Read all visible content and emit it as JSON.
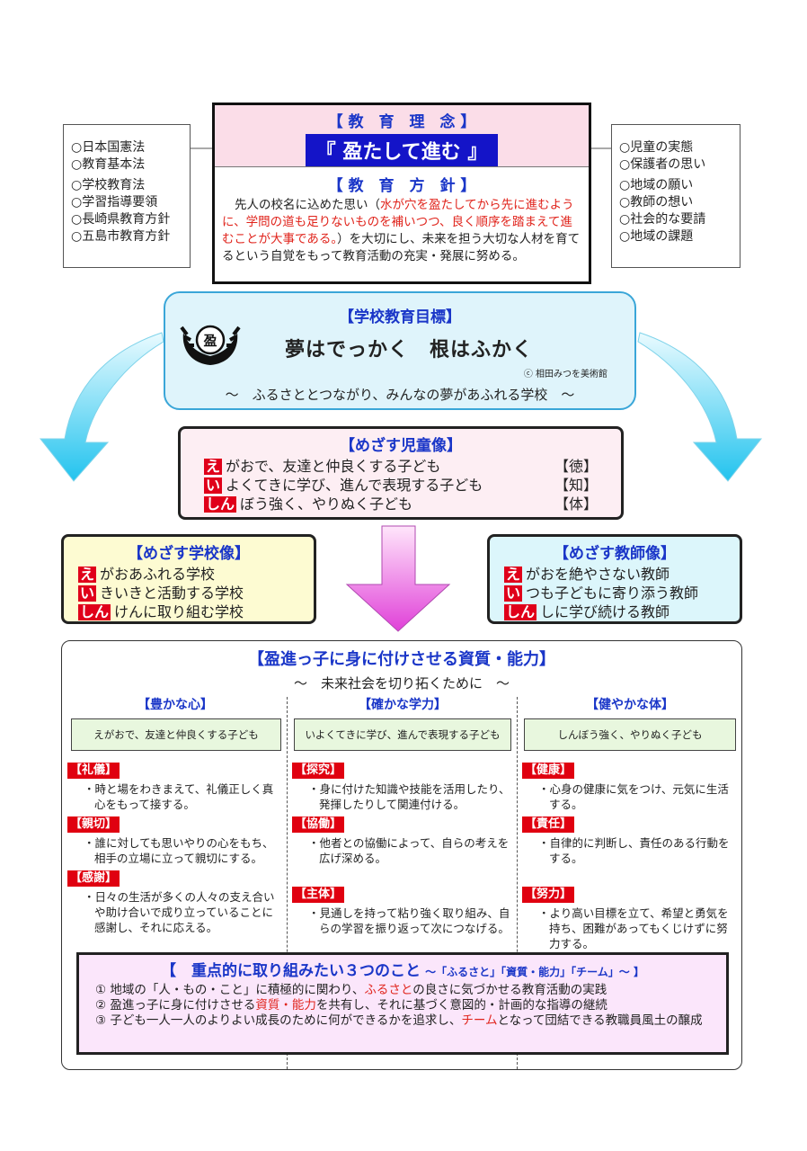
{
  "left_box": {
    "items": [
      "○日本国憲法",
      "○教育基本法",
      "○学校教育法",
      "○学習指導要領",
      "○長崎県教育方針",
      "○五島市教育方針"
    ]
  },
  "right_box": {
    "items": [
      "○児童の実態",
      "○保護者の思い",
      "○地域の願い",
      "○教師の想い",
      "○社会的な要請",
      "○地域の課題"
    ]
  },
  "philosophy": {
    "heading": "【 教　育　理　念 】",
    "motto": "『 盈たして進む 』",
    "policy_heading": "【 教　育　方　針 】",
    "policy_lead": "先人の校名に込めた思い（",
    "policy_red": "水が穴を盈たしてから先に進むように、学問の道も足りないものを補いつつ、良く順序を踏まえて進むことが大事である。",
    "policy_tail": "）を大切にし、未来を担う大切な人材を育てるという自覚をもって教育活動の充実・発展に努める。"
  },
  "school_goal": {
    "heading": "【学校教育目標】",
    "emblem_char": "盈",
    "slogan": "夢はでっかく　根はふかく",
    "credit": "ⓒ 相田みつを美術館",
    "subtitle": "～　ふるさととつながり、みんなの夢があふれる学校　～"
  },
  "child_image": {
    "heading": "【めざす児童像】",
    "items": [
      {
        "tag": "え",
        "text": "がおで、友達と仲良くする子ども",
        "kind": "【徳】"
      },
      {
        "tag": "い",
        "text": "よくてきに学び、進んで表現する子ども",
        "kind": "【知】"
      },
      {
        "tag": "しん",
        "text": "ぼう強く、やりぬく子ども",
        "kind": "【体】"
      }
    ]
  },
  "school_image": {
    "heading": "【めざす学校像】",
    "items": [
      {
        "tag": "え",
        "text": "がおあふれる学校"
      },
      {
        "tag": "い",
        "text": "きいきと活動する学校"
      },
      {
        "tag": "しん",
        "text": "けんに取り組む学校"
      }
    ]
  },
  "teacher_image": {
    "heading": "【めざす教師像】",
    "items": [
      {
        "tag": "え",
        "text": "がおを絶やさない教師"
      },
      {
        "tag": "い",
        "text": "つも子どもに寄り添う教師"
      },
      {
        "tag": "しん",
        "text": "しに学び続ける教師"
      }
    ]
  },
  "competencies": {
    "heading": "【盈進っ子に身に付けさせる資質・能力】",
    "subtitle": "～　未来社会を切り拓くために　～",
    "columns": [
      {
        "title": "【豊かな心】",
        "summary": "えがおで、友達と仲良くする子ども",
        "items": [
          {
            "label": "【礼儀】",
            "text": "・時と場をわきまえて、礼儀正しく真心をもって接する。"
          },
          {
            "label": "【親切】",
            "text": "・誰に対しても思いやりの心をもち、相手の立場に立って親切にする。"
          },
          {
            "label": "【感謝】",
            "text": "・日々の生活が多くの人々の支え合いや助け合いで成り立っていることに感謝し、それに応える。"
          }
        ]
      },
      {
        "title": "【確かな学力】",
        "summary": "いよくてきに学び、進んで表現する子ども",
        "items": [
          {
            "label": "【探究】",
            "text": "・身に付けた知識や技能を活用したり、発揮したりして関連付ける。"
          },
          {
            "label": "【協働】",
            "text": "・他者との協働によって、自らの考えを広げ深める。"
          },
          {
            "label": "【主体】",
            "text": "・見通しを持って粘り強く取り組み、自らの学習を振り返って次につなげる。"
          }
        ]
      },
      {
        "title": "【健やかな体】",
        "summary": "しんぼう強く、やりぬく子ども",
        "items": [
          {
            "label": "【健康】",
            "text": "・心身の健康に気をつけ、元気に生活する。"
          },
          {
            "label": "【責任】",
            "text": "・自律的に判断し、責任のある行動をする。"
          },
          {
            "label": "【努力】",
            "text": "・より高い目標を立て、希望と勇気を持ち、困難があってもくじけずに努力する。"
          }
        ]
      }
    ]
  },
  "priorities": {
    "heading": "【　重点的に取り組みたい３つのこと",
    "heading_sub": "～「ふるさと」「資質・能力」「チーム」～ 】",
    "items": [
      {
        "num": "①",
        "before": "地域の「人・もの・こと」に積極的に関わり、",
        "red": "ふるさと",
        "after": "の良さに気づかせる教育活動の実践"
      },
      {
        "num": "②",
        "before": "盈進っ子に身に付けさせる",
        "red": "資質・能力",
        "after": "を共有し、それに基づく意図的・計画的な指導の継続"
      },
      {
        "num": "③",
        "before": "子ども一人一人のよりよい成長のために何ができるかを追求し、",
        "red": "チーム",
        "after": "となって団結できる教職員風土の醸成"
      }
    ]
  },
  "colors": {
    "pink_bg": "#fbdde8",
    "blue_bg": "#dff4fb",
    "yellow_bg": "#fdfbd2",
    "cyan_bg": "#dcf6fb",
    "heading_blue": "#1a36c8",
    "accent_red": "#e0001a"
  }
}
